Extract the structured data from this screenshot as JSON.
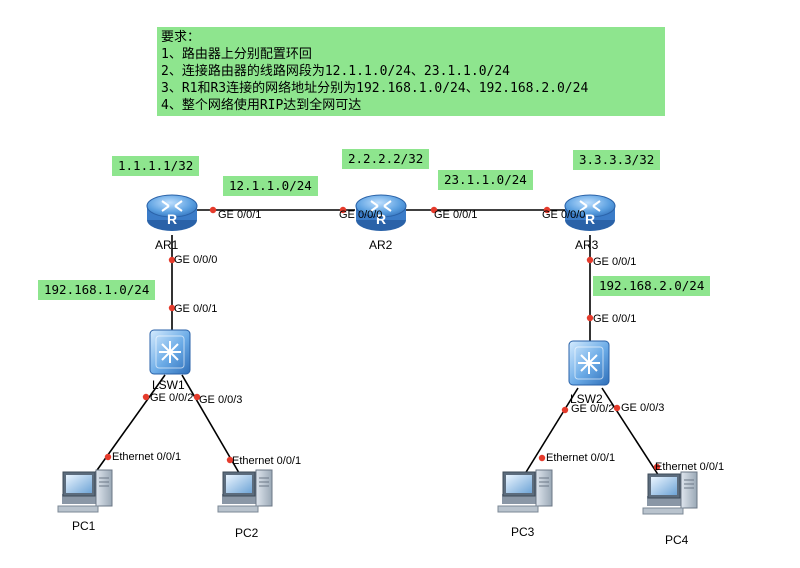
{
  "requirements": {
    "heading": "要求：",
    "items": [
      "1、路由器上分别配置环回",
      "2、连接路由器的线路网段为12.1.1.0/24、23.1.1.0/24",
      "3、R1和R3连接的网络地址分别为192.168.1.0/24、192.168.2.0/24",
      "4、整个网络使用RIP达到全网可达"
    ]
  },
  "address_tags": {
    "ar1_loopback": "1.1.1.1/32",
    "ar2_loopback": "2.2.2.2/32",
    "ar3_loopback": "3.3.3.3/32",
    "link_ar1_ar2": "12.1.1.0/24",
    "link_ar2_ar3": "23.1.1.0/24",
    "lan1": "192.168.1.0/24",
    "lan2": "192.168.2.0/24"
  },
  "devices": {
    "ar1": "AR1",
    "ar2": "AR2",
    "ar3": "AR3",
    "lsw1": "LSW1",
    "lsw2": "LSW2",
    "pc1": "PC1",
    "pc2": "PC2",
    "pc3": "PC3",
    "pc4": "PC4"
  },
  "ports": {
    "ar1_to_ar2": "GE 0/0/1",
    "ar2_to_ar1": "GE 0/0/0",
    "ar2_to_ar3": "GE 0/0/1",
    "ar3_to_ar2": "GE 0/0/0",
    "ar1_to_lsw1": "GE 0/0/0",
    "lsw1_to_ar1": "GE 0/0/1",
    "lsw1_to_pc1": "GE 0/0/2",
    "lsw1_to_pc2": "GE 0/0/3",
    "pc1_eth": "Ethernet 0/0/1",
    "pc2_eth": "Ethernet 0/0/1",
    "ar3_to_lsw2": "GE 0/0/1",
    "lsw2_to_ar3": "GE 0/0/1",
    "lsw2_to_pc3": "GE 0/0/2",
    "lsw2_to_pc4": "GE 0/0/3",
    "pc3_eth": "Ethernet 0/0/1",
    "pc4_eth": "Ethernet 0/0/1"
  },
  "colors": {
    "tag_bg": "#8ee58e",
    "device_blue": "#4a8fd8",
    "port_dot": "#e53b2c",
    "link": "#000000"
  }
}
